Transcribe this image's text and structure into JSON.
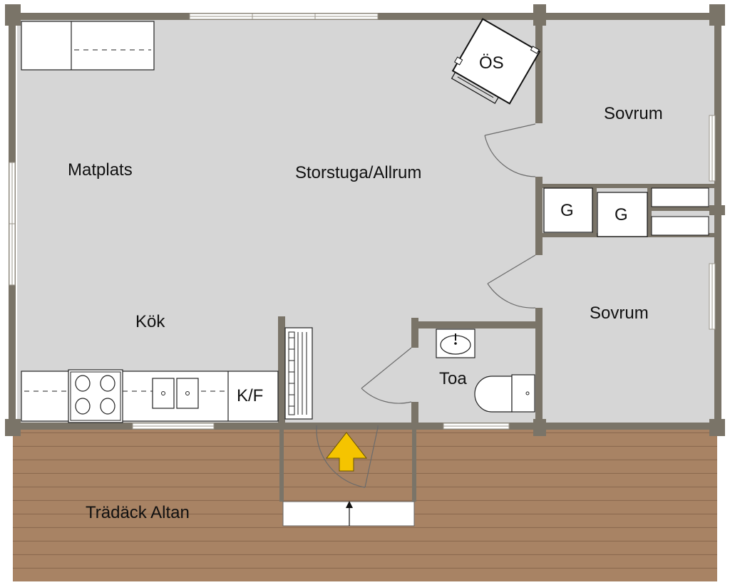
{
  "floorplan": {
    "rooms": {
      "matplats": "Matplats",
      "storstuga": "Storstuga/Allrum",
      "sovrum_top": "Sovrum",
      "sovrum_bottom": "Sovrum",
      "kok": "Kök",
      "toa": "Toa",
      "altan": "Trädäck Altan"
    },
    "fixtures": {
      "stove_oven": "ÖS",
      "wardrobe_1": "G",
      "wardrobe_2": "G",
      "fridge_freezer": "K/F"
    }
  },
  "colors": {
    "wall": "#7a7468",
    "floor": "#d6d6d6",
    "deck": "#a88364",
    "deck_line": "#8c6a4f",
    "arrow": "#f5c400"
  }
}
